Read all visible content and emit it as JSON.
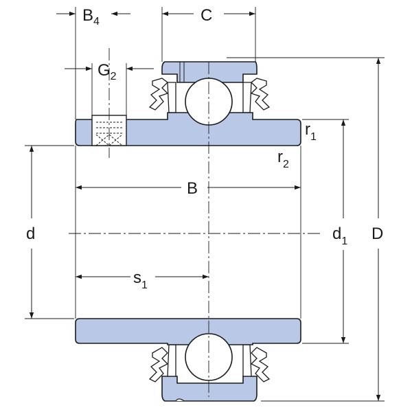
{
  "labels": {
    "B4": {
      "main": "B",
      "sub": "4"
    },
    "C": {
      "main": "C"
    },
    "G2": {
      "main": "G",
      "sub": "2"
    },
    "r1": {
      "main": "r",
      "sub": "1"
    },
    "r2": {
      "main": "r",
      "sub": "2"
    },
    "B": {
      "main": "B"
    },
    "d": {
      "main": "d"
    },
    "d1": {
      "main": "d",
      "sub": "1"
    },
    "D": {
      "main": "D"
    },
    "s1": {
      "main": "s",
      "sub": "1"
    }
  },
  "colors": {
    "part_fill": "#b9c8e6",
    "line": "#1a1a1a",
    "background": "#ffffff"
  }
}
